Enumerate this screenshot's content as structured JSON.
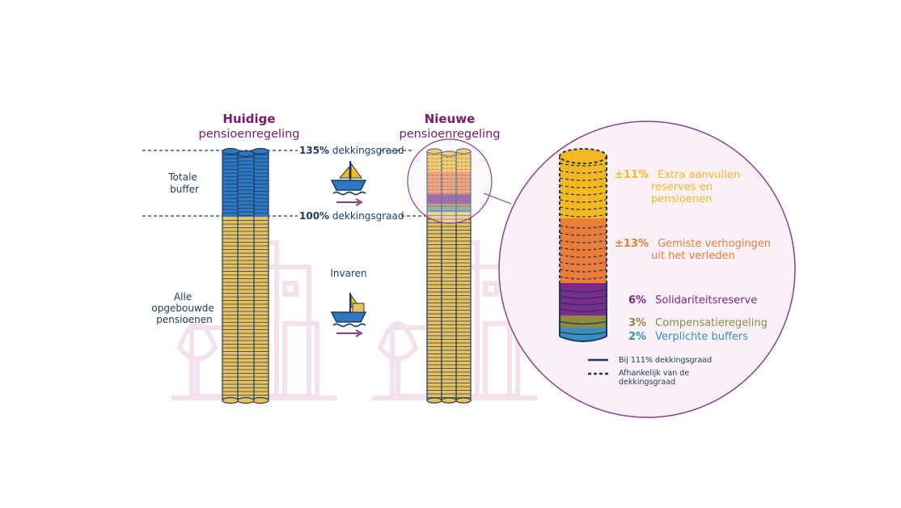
{
  "colors": {
    "navy": "#1d3a5f",
    "purple_text": "#7a1a6f",
    "blue": "#2e78c2",
    "gold": "#e8c15e",
    "orange": "#ec7d38",
    "yellow": "#f6b81f",
    "purple": "#7b2a8c",
    "olive": "#8f8a3c",
    "teal": "#3a8fbf",
    "magenta_line": "#8e3f8c",
    "city": "#f3e1ee"
  },
  "left": {
    "title": "Huidige",
    "subtitle": "pensioenregeling"
  },
  "right": {
    "title": "Nieuwe",
    "subtitle": "pensioenregeling"
  },
  "levels": [
    {
      "pct": "135%",
      "label": " dekkingsgraad"
    },
    {
      "pct": "100%",
      "label": " dekkingsgraad"
    }
  ],
  "side_labels": {
    "buffer": [
      "Totale",
      "buffer"
    ],
    "pensions": [
      "Alle",
      "opgebouwde",
      "pensioenen"
    ]
  },
  "middle": {
    "invaren": "Invaren",
    "icons": [
      "boat-with-mast-icon",
      "boat-with-cargo-icon",
      "arrow-right-icon"
    ]
  },
  "breakdown": [
    {
      "pct": "±11%",
      "lines": [
        "Extra aanvullen",
        "reserves en",
        "pensioenen"
      ],
      "color": "#f6b81f",
      "style": "dashed"
    },
    {
      "pct": "±13%",
      "lines": [
        "Gemiste verhogingen",
        "uit het verleden"
      ],
      "color": "#ec7d38",
      "style": "dashed"
    },
    {
      "pct": "6%",
      "lines": [
        "Solidariteitsreserve"
      ],
      "color": "#7b2a8c",
      "style": "solid"
    },
    {
      "pct": "3%",
      "lines": [
        "Compensatieregeling"
      ],
      "color": "#8f8a3c",
      "style": "solid"
    },
    {
      "pct": "2%",
      "lines": [
        "Verplichte buffers"
      ],
      "color": "#3a8fbf",
      "style": "solid"
    }
  ],
  "legend": [
    {
      "style": "solid",
      "lines": [
        "Bij 111% dekkingsgraad"
      ]
    },
    {
      "style": "dashed",
      "lines": [
        "Afhankelijk van de",
        "dekkingsgraad"
      ]
    }
  ]
}
